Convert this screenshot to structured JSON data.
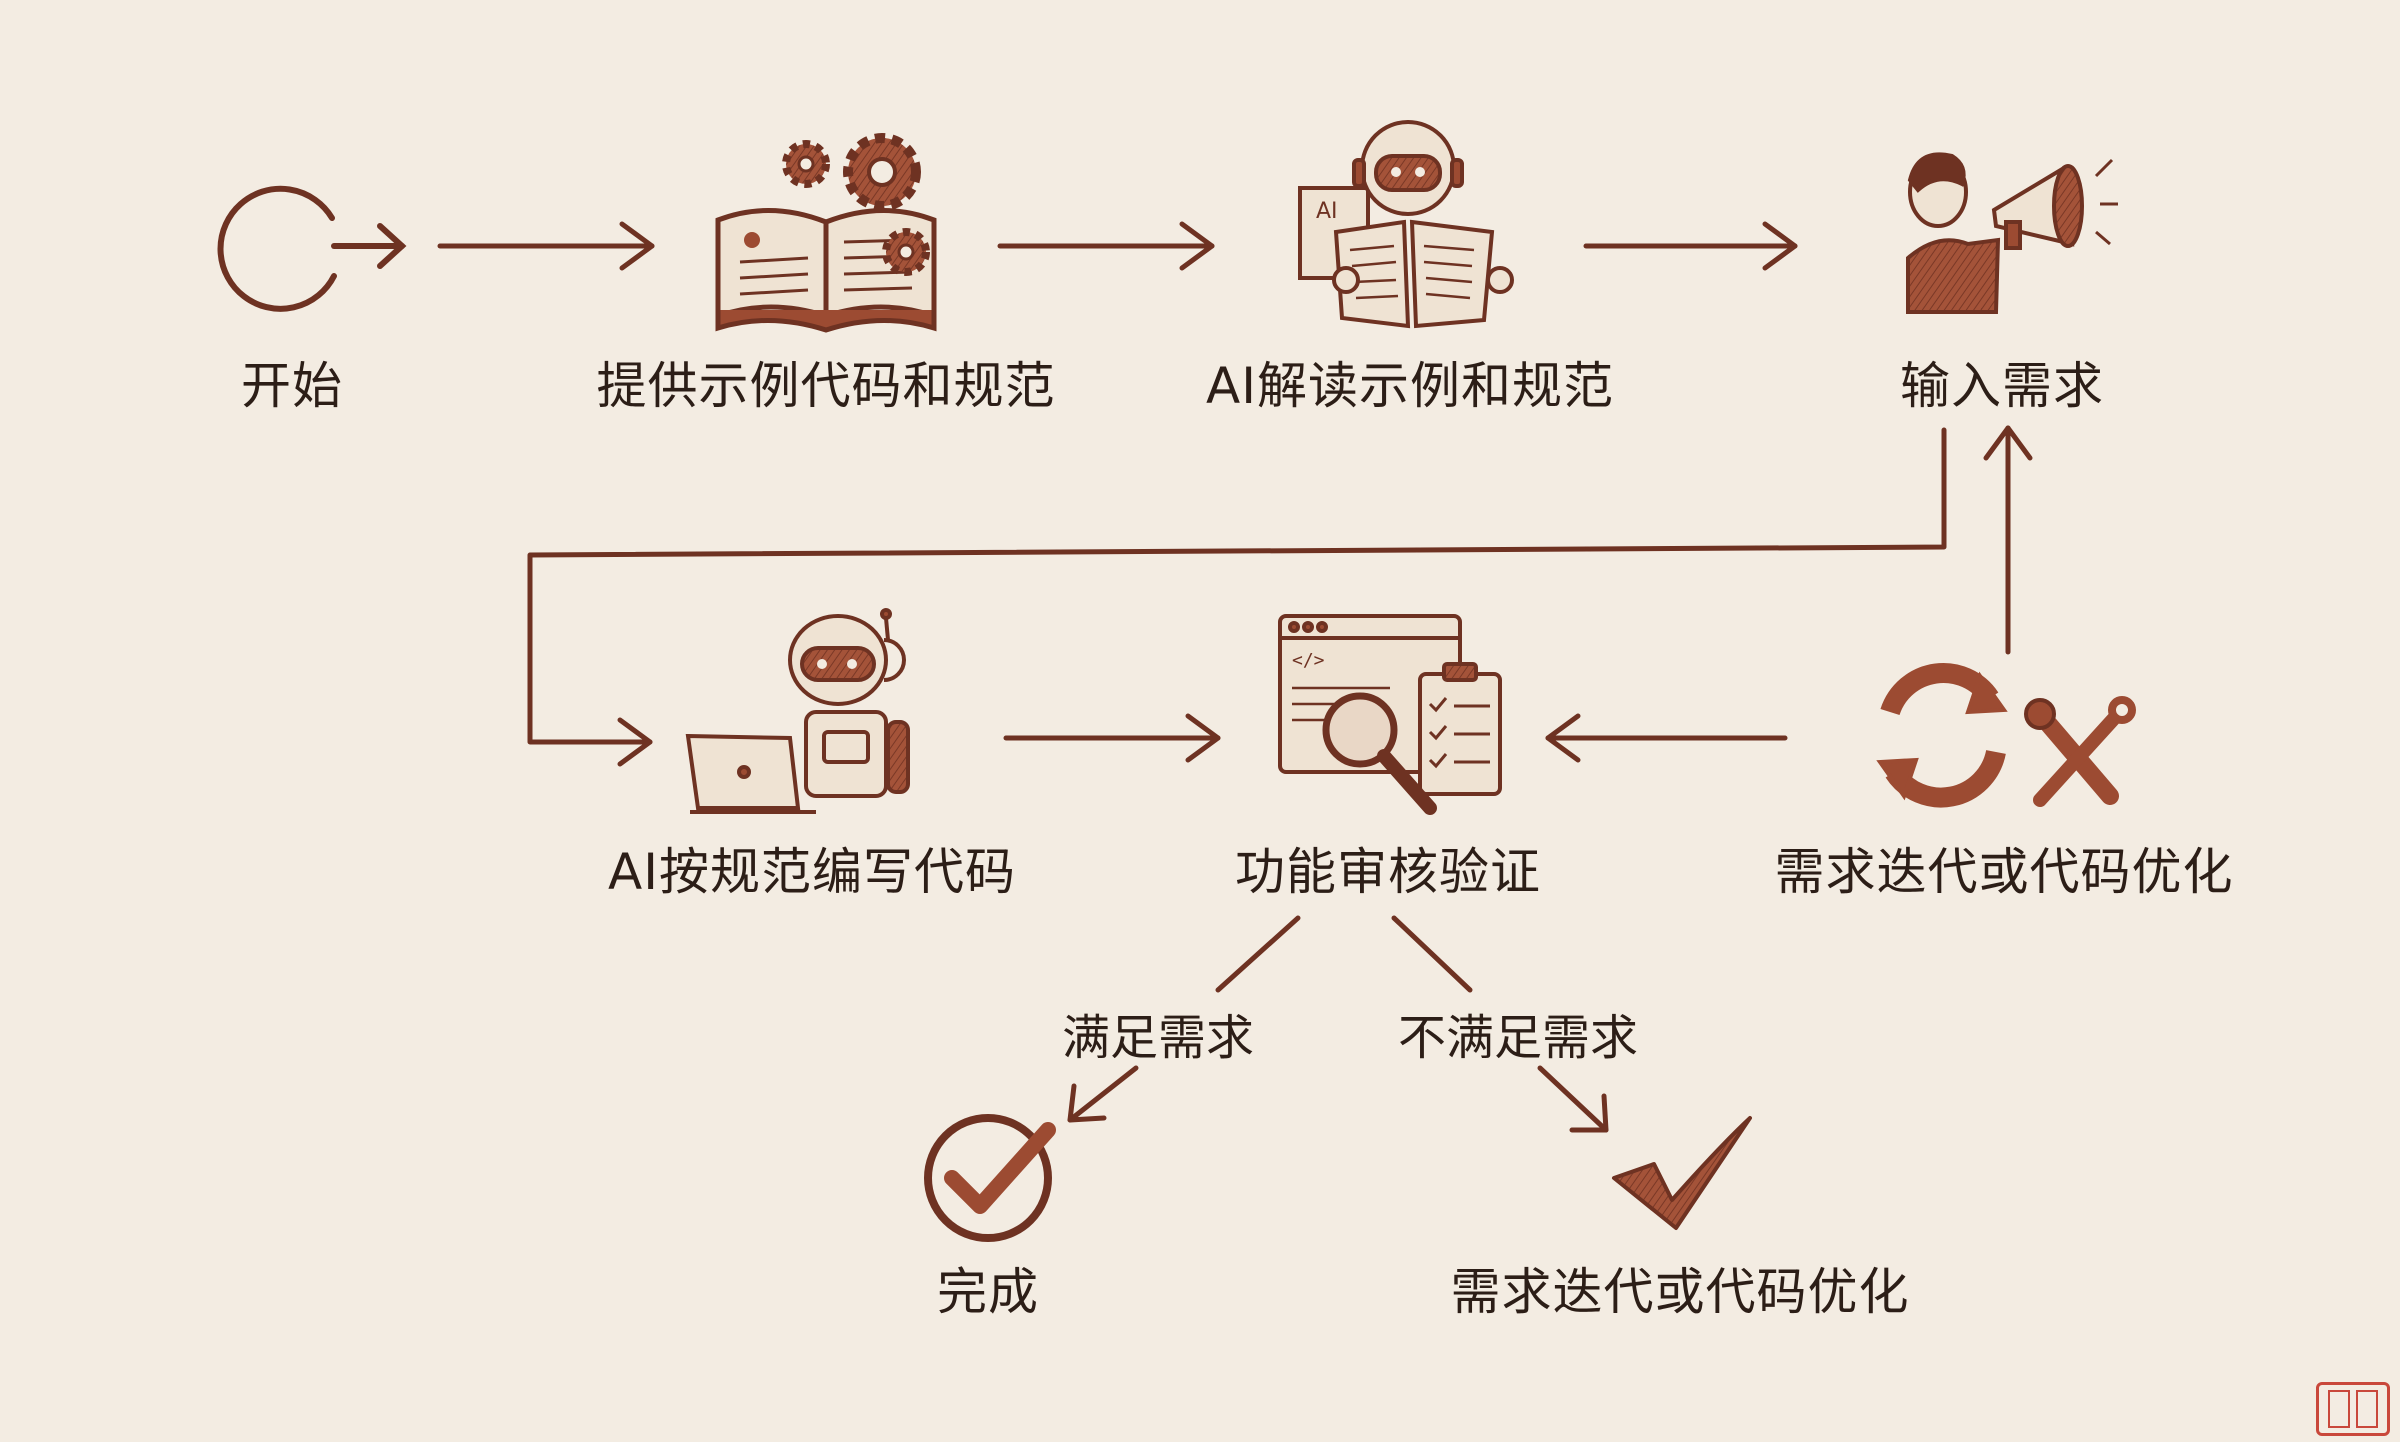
{
  "colors": {
    "background": "#f3ece2",
    "stroke": "#6e3222",
    "fill": "#9c4b32",
    "fill_light": "#d7a795",
    "text": "#2c1e17",
    "seal": "#c9483b"
  },
  "nodes": {
    "start": {
      "label": "开始",
      "icon": "start-circle-icon"
    },
    "provide_examples": {
      "label": "提供示例代码和规范",
      "icon": "book-gears-icon"
    },
    "ai_read": {
      "label": "AI解读示例和规范",
      "icon": "robot-reading-icon"
    },
    "input_requirements": {
      "label": "输入需求",
      "icon": "person-megaphone-icon"
    },
    "ai_write": {
      "label": "AI按规范编写代码",
      "icon": "robot-laptop-icon"
    },
    "review": {
      "label": "功能审核验证",
      "icon": "code-review-icon"
    },
    "iterate_right": {
      "label": "需求迭代或代码优化",
      "icon": "refresh-tools-icon"
    },
    "done": {
      "label": "完成",
      "icon": "circle-check-icon"
    },
    "iterate_bottom": {
      "label": "需求迭代或代码优化",
      "icon": "check-mark-icon"
    }
  },
  "edges": {
    "meets": {
      "label": "满足需求"
    },
    "not_meets": {
      "label": "不满足需求"
    }
  }
}
